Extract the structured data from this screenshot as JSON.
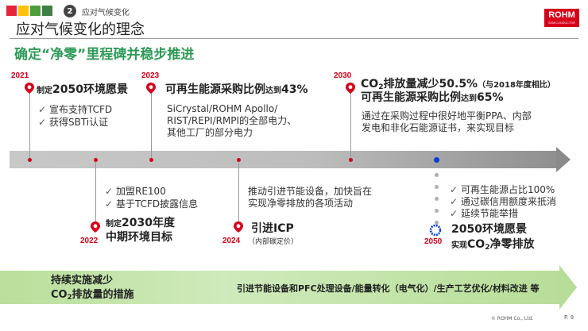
{
  "header": {
    "section_number": "2",
    "section_label": "应对气候变化",
    "logo_text": "ROHM",
    "logo_subtext": "SEMICONDUCTOR",
    "sdg_colors": [
      "#e5243b",
      "#fcc30b",
      "#4c9f38",
      "#3f7e44"
    ]
  },
  "page": {
    "title": "应对气候变化的理念",
    "subtitle": "确定“净零”里程碑并稳步推进"
  },
  "milestones": {
    "m2021": {
      "year": "2021",
      "prefix": "制定",
      "title": "2050环境愿景",
      "items": [
        "宣布支持TCFD",
        "获得SBTi认证"
      ]
    },
    "m2023": {
      "year": "2023",
      "title": "可再生能源采购比例",
      "title_small": "达到",
      "title_value": "43%",
      "lines": [
        "SiCrystal/ROHM Apollo/",
        "RIST/REPI/RMPI的全部电力、",
        "其他工厂的部分电力"
      ]
    },
    "m2030": {
      "year": "2030",
      "line1_a": "CO",
      "line1_sub": "2",
      "line1_b": "排放量减少50.5%",
      "line1_note": "（与2018年度相比）",
      "line2_a": "可再生能源采购比例",
      "line2_small": "达到",
      "line2_value": "65%",
      "lines": [
        "通过在采购过程中很好地平衡PPA、内部",
        "发电和非化石能源证书，来实现目标"
      ]
    },
    "m2022": {
      "year": "2022",
      "items": [
        "加盟RE100",
        "基于TCFD披露信息"
      ],
      "prefix": "制定",
      "title1": "2030年度",
      "title2": "中期环境目标"
    },
    "m2024": {
      "year": "2024",
      "lines": [
        "推动引进节能设备，加快旨在",
        "实现净零排放的各项活动"
      ],
      "title": "引进ICP",
      "note": "（内部碳定价）"
    },
    "m2050": {
      "year": "2050",
      "items": [
        "可再生能源占比100%",
        "通过碳信用额度来抵消",
        "延续节能举措"
      ],
      "title1": "2050环境愿景",
      "prefix": "实现",
      "title2_a": "CO",
      "title2_sub": "2",
      "title2_b": "净零排放"
    }
  },
  "bottom": {
    "left_line1": "持续实施减少",
    "left_line2_a": "CO",
    "left_line2_sub": "2",
    "left_line2_b": "排放量的措施",
    "right": "引进节能设备和PFC处理设备/能量转化（电气化）/生产工艺优化/材料改进 等"
  },
  "footer": {
    "copyright": "© ROHM Co., Ltd.",
    "page": "P. 9"
  },
  "colors": {
    "accent_red": "#d7001a",
    "green_text": "#2f9a57",
    "blue_dot": "#0a3fd6"
  }
}
